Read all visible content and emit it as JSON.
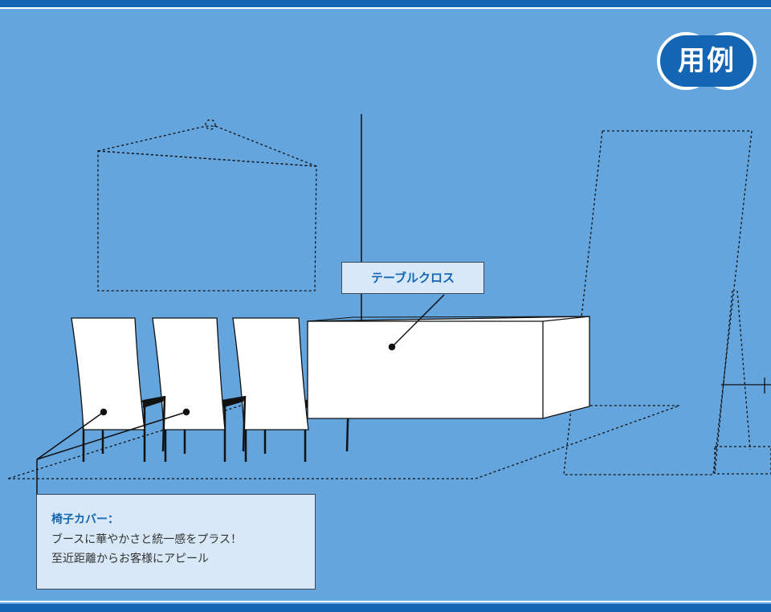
{
  "badge": {
    "text": "用例"
  },
  "callouts": {
    "table_cloth": "テーブルクロス",
    "chair_cover": {
      "title": "椅子カバー：",
      "lines": [
        "ブースに華やかさと統一感をプラス！",
        "至近距離からお客様にアピール"
      ]
    }
  },
  "colors": {
    "background": "#64a5de",
    "band": "#1466b4",
    "callout_bg": "#d8e8f7",
    "callout_title": "#1466b4",
    "cover_fill": "#ffffff",
    "outline": "#111111"
  }
}
